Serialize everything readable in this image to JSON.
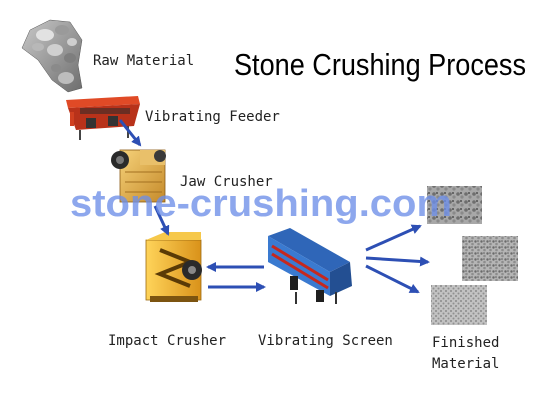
{
  "title": "Stone Crushing Process",
  "watermark": "stone-crushing.com",
  "labels": {
    "raw_material": "Raw Material",
    "vibrating_feeder": "Vibrating Feeder",
    "jaw_crusher": "Jaw Crusher",
    "impact_crusher": "Impact Crusher",
    "vibrating_screen": "Vibrating Screen",
    "finished_line1": "Finished",
    "finished_line2": "Material"
  },
  "colors": {
    "arrow": "#2d4fb4",
    "watermark": "#6d8ee8",
    "feeder_red": "#c63a1e",
    "crusher_yellow": "#f2b21d",
    "screen_blue": "#2f66b8",
    "screen_red": "#c6281d"
  }
}
